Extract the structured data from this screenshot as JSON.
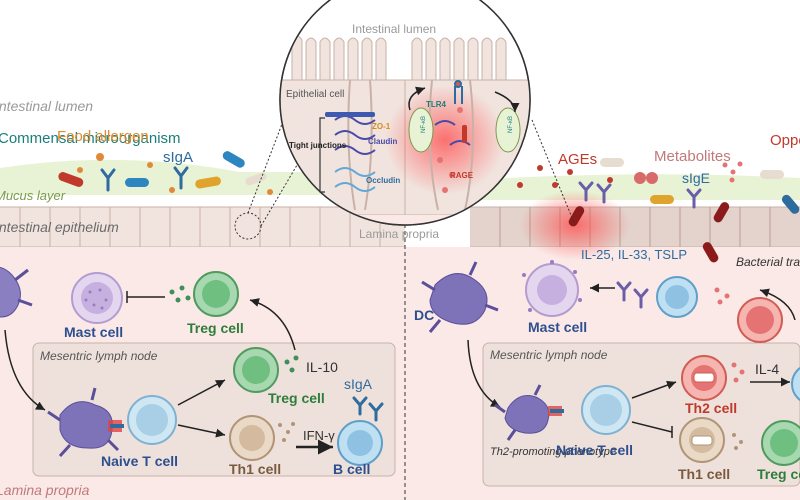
{
  "left": {
    "lumen_label": "Intestinal lumen",
    "commensal_label": "Commensal microorganism",
    "food_allergen_label": "Food allergen",
    "siga_top_label": "sIgA",
    "mucus_label": "Mucus layer",
    "epithelium_label": "Intestinal epithelium",
    "mast_cell_label": "Mast cell",
    "treg_top_label": "Treg cell",
    "lymph_node_label": "Mesentric lymph node",
    "il10_label": "IL-10",
    "treg_mid_label": "Treg cell",
    "siga_bottom_label": "sIgA",
    "ifng_label": "IFN-γ",
    "naive_label": "Naive T cell",
    "th1_label": "Th1 cell",
    "bcell_label": "B cell",
    "lamina_label": "Lamina propria"
  },
  "inset": {
    "lumen_label": "Intestinal lumen",
    "epithelial_label": "Epithelial cell",
    "tlr4_label": "TLR4",
    "zo1_label": "ZO-1",
    "claudin_label": "Claudin",
    "tight_label": "Tight junctions",
    "occludin_label": "Occludin",
    "rage_label": "RAGE",
    "nfkb_label": "NF-κB",
    "lamina_label": "Lamina propria"
  },
  "right": {
    "ages_label": "AGEs",
    "metabolites_label": "Metabolites",
    "opportunistic_label": "Opportunistic pathogen",
    "sige_label": "sIgE",
    "il_label": "IL-25, IL-33, TSLP",
    "bacterial_label": "Bacterial translocation",
    "dc_label": "DC",
    "mast_label": "Mast cell",
    "lymph_node_label": "Mesentric lymph node",
    "il4_label": "IL-4",
    "th2_label": "Th2 cell",
    "th2_promoting_label": "Th2-promoting phenotype",
    "naive_label": "Naive T cell",
    "th1_label": "Th1 cell",
    "treg_label": "Treg cell"
  },
  "colors": {
    "cell_label_blue": "#2e4f8f",
    "treg_green": "#2f7d3a",
    "th2_red": "#c0392b",
    "nfkb_teal": "#1a7f7a",
    "dc_purple": "#6b5ea8",
    "lamina_bg": "#fbe9e7",
    "mucus_bg": "#e8f3d6"
  }
}
